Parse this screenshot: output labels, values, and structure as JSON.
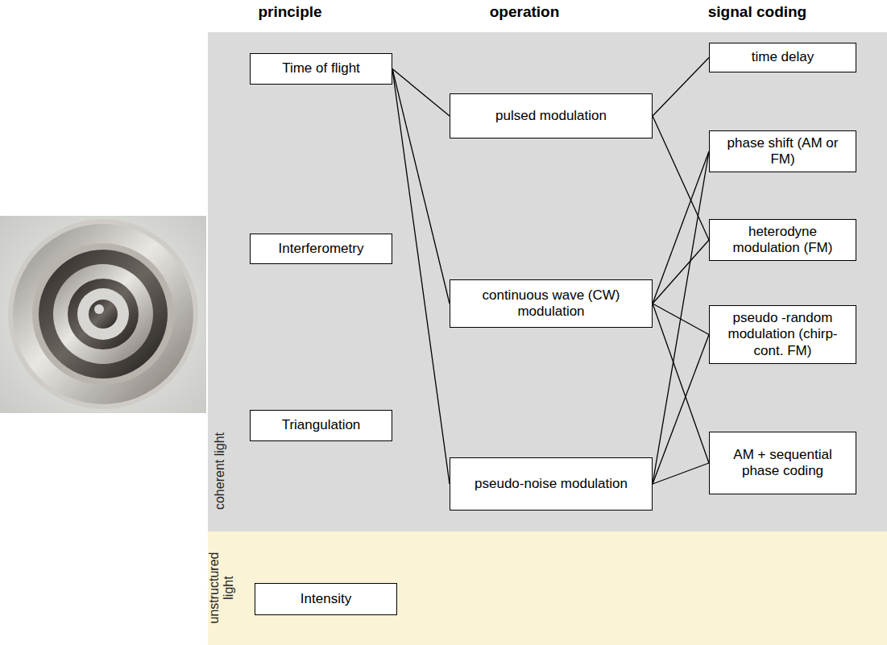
{
  "diagram": {
    "nodes": [
      {
        "text": [
          "coherent light"
        ]
      },
      {
        "text": [
          "Time of flight"
        ],
        "in": 0
      },
      {
        "text": [
          "Interferometry"
        ],
        "in": 0
      },
      {
        "text": [
          "Triangulation"
        ],
        "in": 0
      },
      {
        "text": [
          "pulsed modulation"
        ],
        "in": 0
      },
      {
        "text": [
          "continuous wave (CW) modulation"
        ],
        "in": 0
      },
      {
        "text": [
          "pseudo-noise modulation"
        ],
        "in": 0
      },
      {
        "text": [
          "time delay"
        ],
        "in": 0
      },
      {
        "text": [
          "phase shift (AM or FM)"
        ],
        "in": 0
      },
      {
        "text": [
          "heterodyne modulation (FM)"
        ],
        "in": 0
      },
      {
        "text": [
          "pseudo -random modulation (chirp-cont. FM)"
        ],
        "in": 0
      },
      {
        "text": [
          "AM + sequential phase coding"
        ],
        "in": 0
      },
      {
        "text": [
          "unstructured light"
        ]
      },
      {
        "text": [
          "Intensity"
        ],
        "in": 12
      }
    ],
    "edges": [
      {
        "from": 1,
        "to": 4,
        "arrow": "none"
      },
      {
        "from": 1,
        "to": 5,
        "arrow": "none"
      },
      {
        "from": 1,
        "to": 6,
        "arrow": "none"
      },
      {
        "from": 4,
        "to": 7,
        "arrow": "none"
      },
      {
        "from": 4,
        "to": 9,
        "arrow": "none"
      },
      {
        "from": 5,
        "to": 8,
        "arrow": "none"
      },
      {
        "from": 5,
        "to": 9,
        "arrow": "none"
      },
      {
        "from": 5,
        "to": 10,
        "arrow": "none"
      },
      {
        "from": 5,
        "to": 11,
        "arrow": "none"
      },
      {
        "from": 6,
        "to": 8,
        "arrow": "none"
      },
      {
        "from": 6,
        "to": 10,
        "arrow": "none"
      },
      {
        "from": 6,
        "to": 11,
        "arrow": "none"
      }
    ],
    "labels": [
      "principle",
      "operation",
      "signal coding"
    ]
  }
}
